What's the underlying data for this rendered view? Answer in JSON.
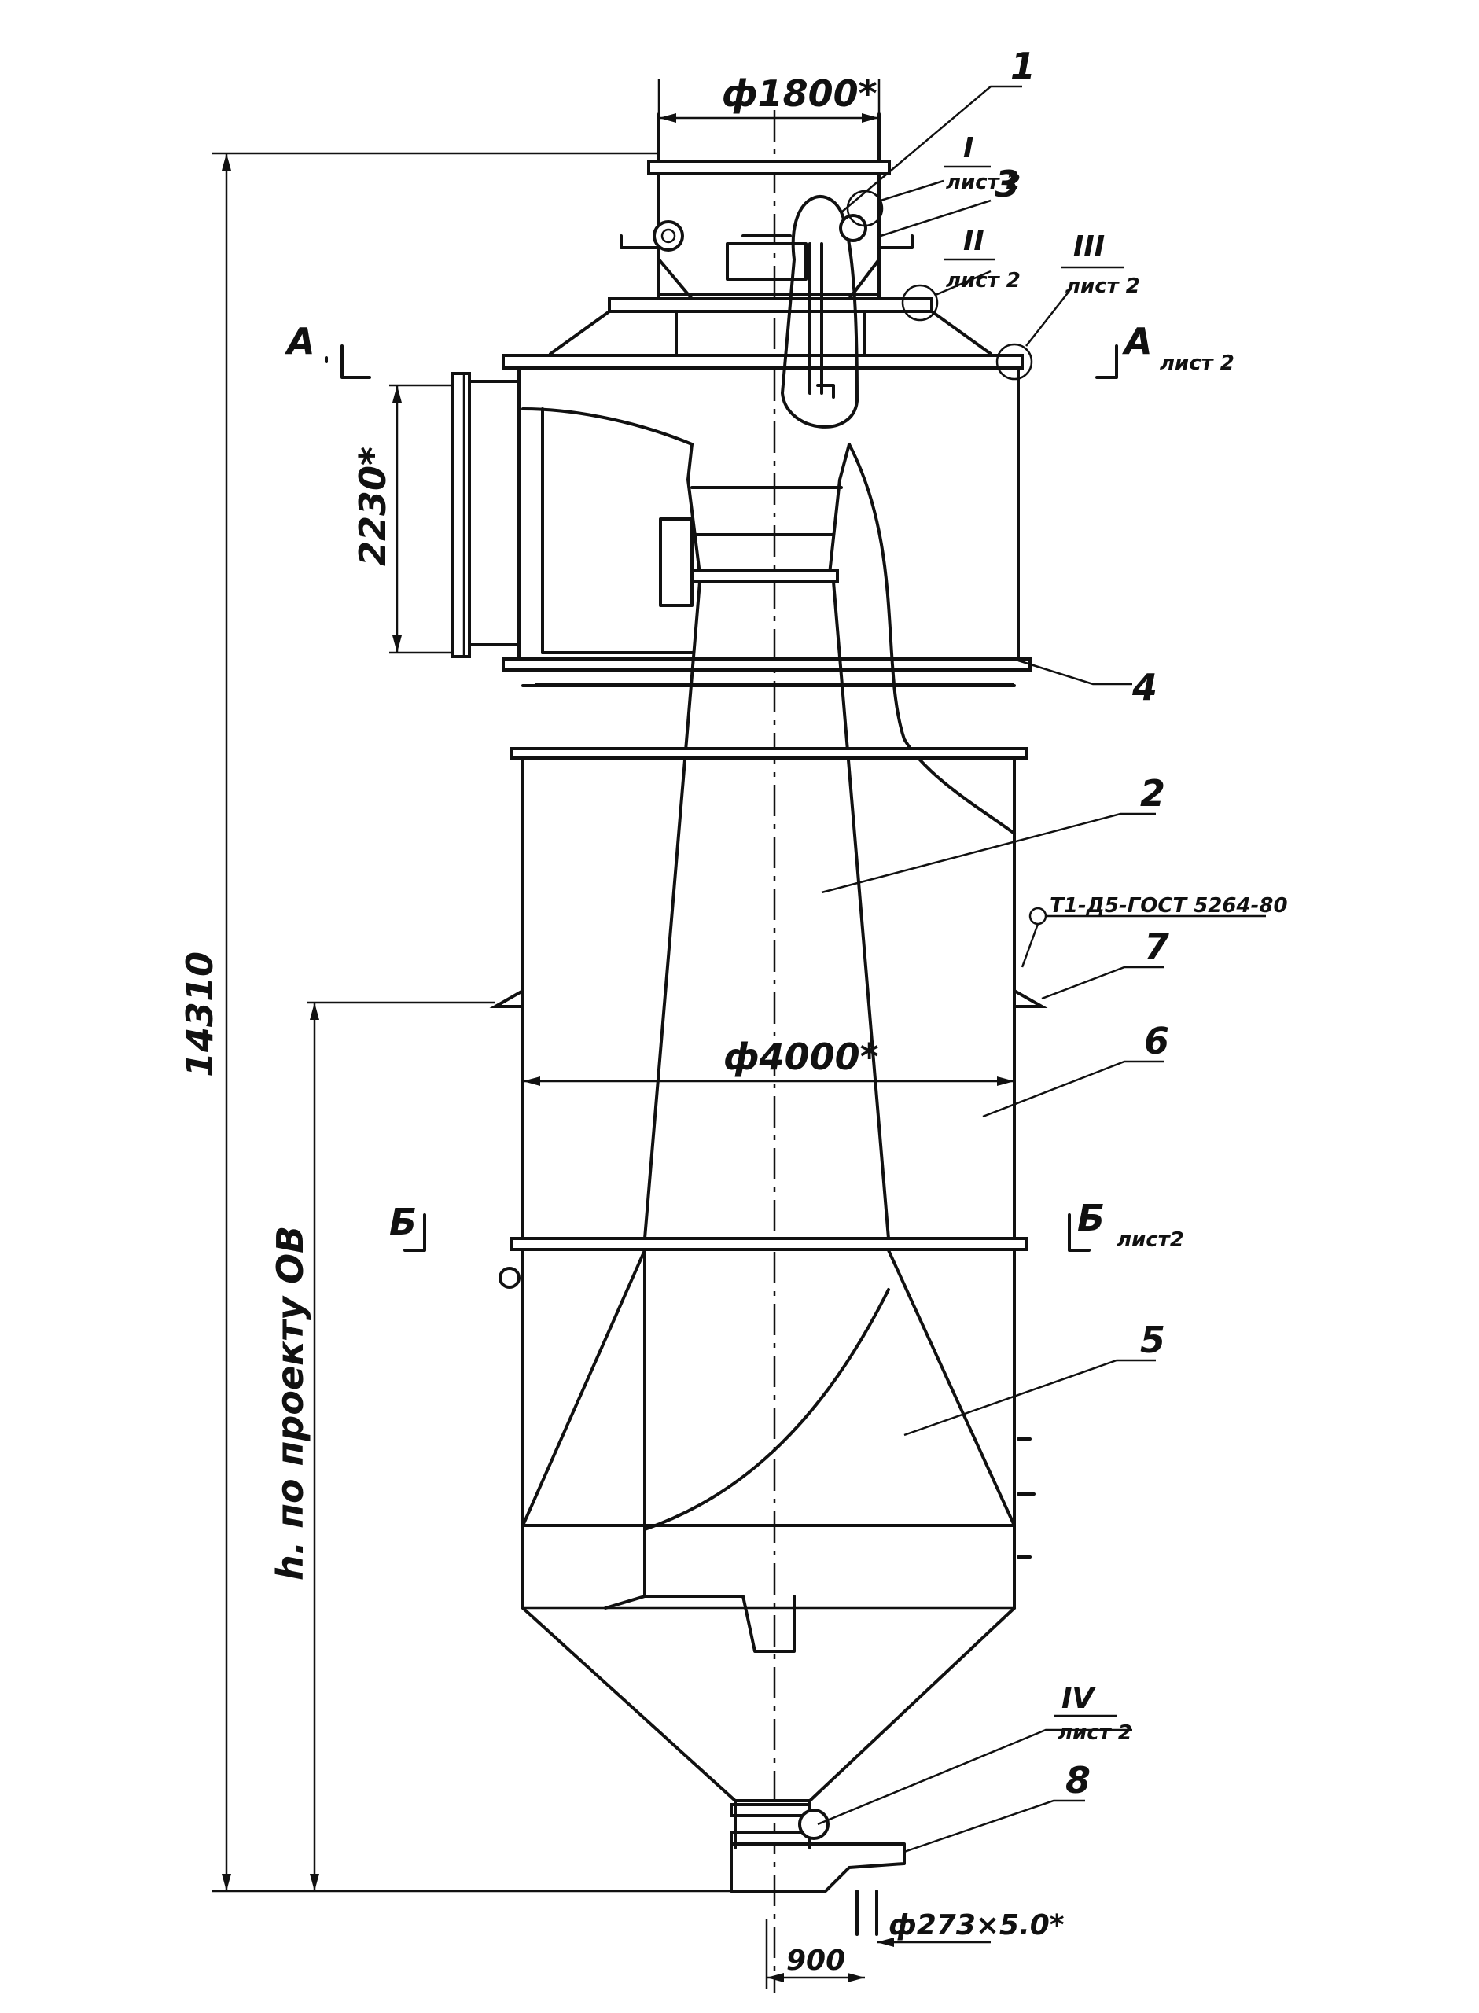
{
  "drawing": {
    "dim_top_diameter": "ф1800*",
    "dim_section_height": "2230*",
    "dim_total_height": "14310",
    "dim_body_diameter": "ф4000*",
    "dim_pipe": "ф273×5.0*",
    "dim_offset": "900",
    "dim_h_label": "h. по проекту ОВ",
    "section_a_left": "А",
    "section_a_right": "А",
    "section_a_sheet": "лист 2",
    "section_b_left": "Б",
    "section_b_right": "Б",
    "section_b_sheet": "лист2",
    "callouts": {
      "c1": "1",
      "c2": "2",
      "c3": "3",
      "c4": "4",
      "c5": "5",
      "c6": "6",
      "c7": "7",
      "c8": "8"
    },
    "detail_refs": {
      "d1_num": "I",
      "d1_sheet": "лист 2",
      "d2_num": "II",
      "d2_sheet": "лист 2",
      "d3_num": "III",
      "d3_sheet": "лист 2",
      "d4_num": "IV",
      "d4_sheet": "лист 2"
    },
    "fitting_note": "Т1-Д5-ГОСТ 5264-80"
  }
}
